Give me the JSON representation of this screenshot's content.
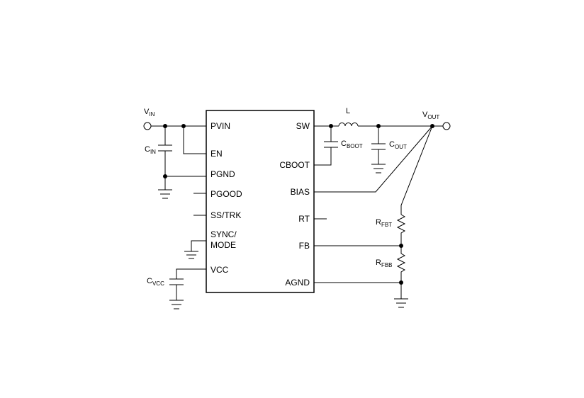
{
  "ic": {
    "left_pins": [
      "PVIN",
      "EN",
      "PGND",
      "PGOOD",
      "SS/TRK",
      "SYNC/",
      "MODE",
      "VCC"
    ],
    "right_pins": [
      "SW",
      "CBOOT",
      "BIAS",
      "RT",
      "FB",
      "AGND"
    ]
  },
  "components": {
    "vin": {
      "main": "V",
      "sub": "IN"
    },
    "cin": {
      "main": "C",
      "sub": "IN"
    },
    "cvcc": {
      "main": "C",
      "sub": "VCC"
    },
    "inductor": {
      "main": "L"
    },
    "cboot": {
      "main": "C",
      "sub": "BOOT"
    },
    "cout": {
      "main": "C",
      "sub": "OUT"
    },
    "vout": {
      "main": "V",
      "sub": "OUT"
    },
    "rfbt": {
      "main": "R",
      "sub": "FBT"
    },
    "rfbb": {
      "main": "R",
      "sub": "FBB"
    }
  }
}
